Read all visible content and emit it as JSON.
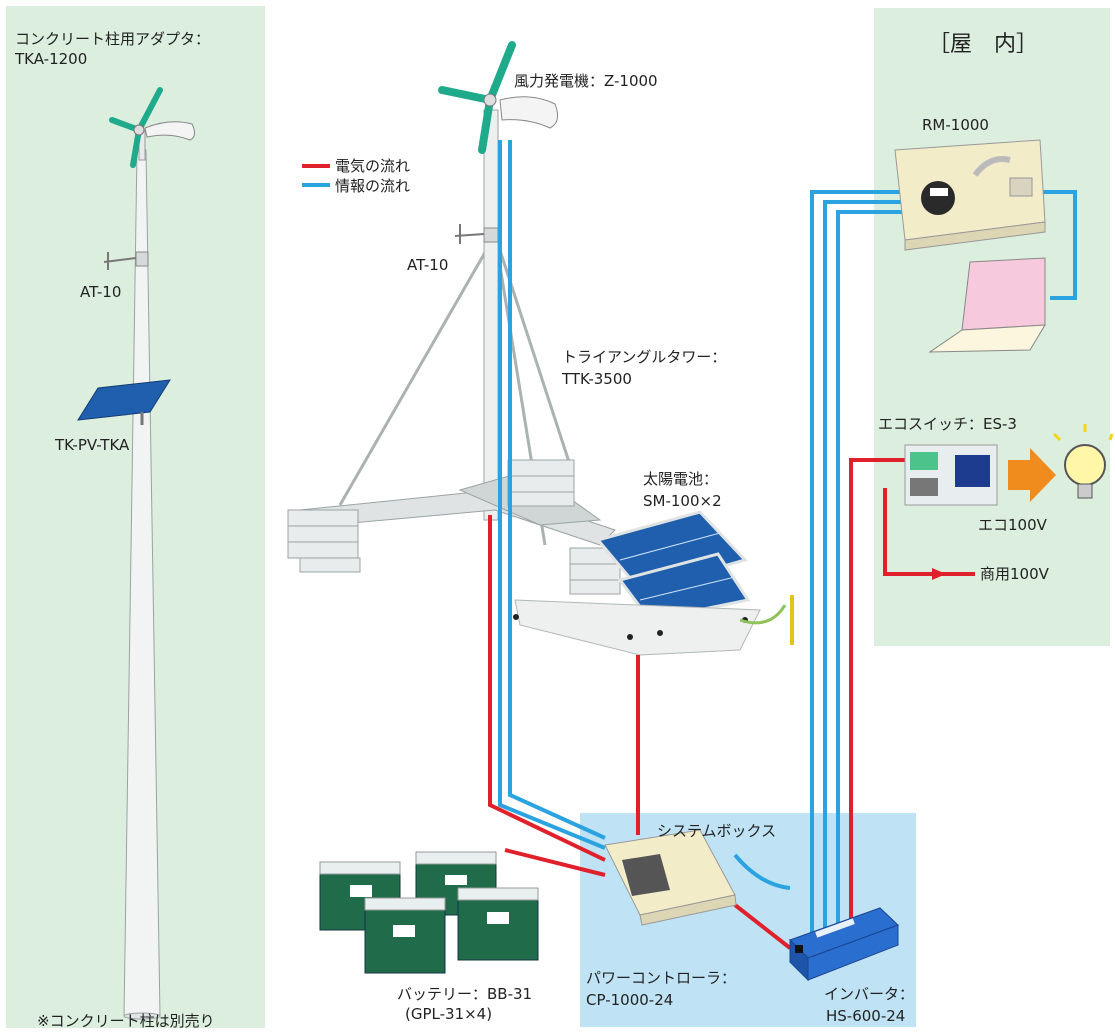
{
  "left": {
    "adapter_title": "コンクリート柱用アダプタ：",
    "adapter_model": "TKA-1200",
    "sensor": "AT-10",
    "solar_mount": "TK-PV-TKA",
    "note": "※コンクリート柱は別売り"
  },
  "legend": {
    "power": "電気の流れ",
    "info": "情報の流れ",
    "power_color": "#e0202a",
    "info_color": "#2aa3e0"
  },
  "center": {
    "turbine": "風力発電機：Z-1000",
    "sensor": "AT-10",
    "tower_name": "トライアングルタワー：",
    "tower_model": "TTK-3500",
    "solar_name": "太陽電池：",
    "solar_model": "SM-100×2"
  },
  "indoor": {
    "title": "［屋　内］",
    "monitor": "RM-1000",
    "eco_switch": "エコスイッチ：ES-3",
    "eco_out": "エコ100V",
    "commercial": "商用100V"
  },
  "system_box": {
    "title": "システムボックス"
  },
  "bottom": {
    "battery_name": "バッテリー：BB-31",
    "battery_spec": "(GPL-31×4)",
    "controller_name": "パワーコントローラ：",
    "controller_model": "CP-1000-24",
    "inverter_name": "インバータ：",
    "inverter_model": "HS-600-24"
  }
}
